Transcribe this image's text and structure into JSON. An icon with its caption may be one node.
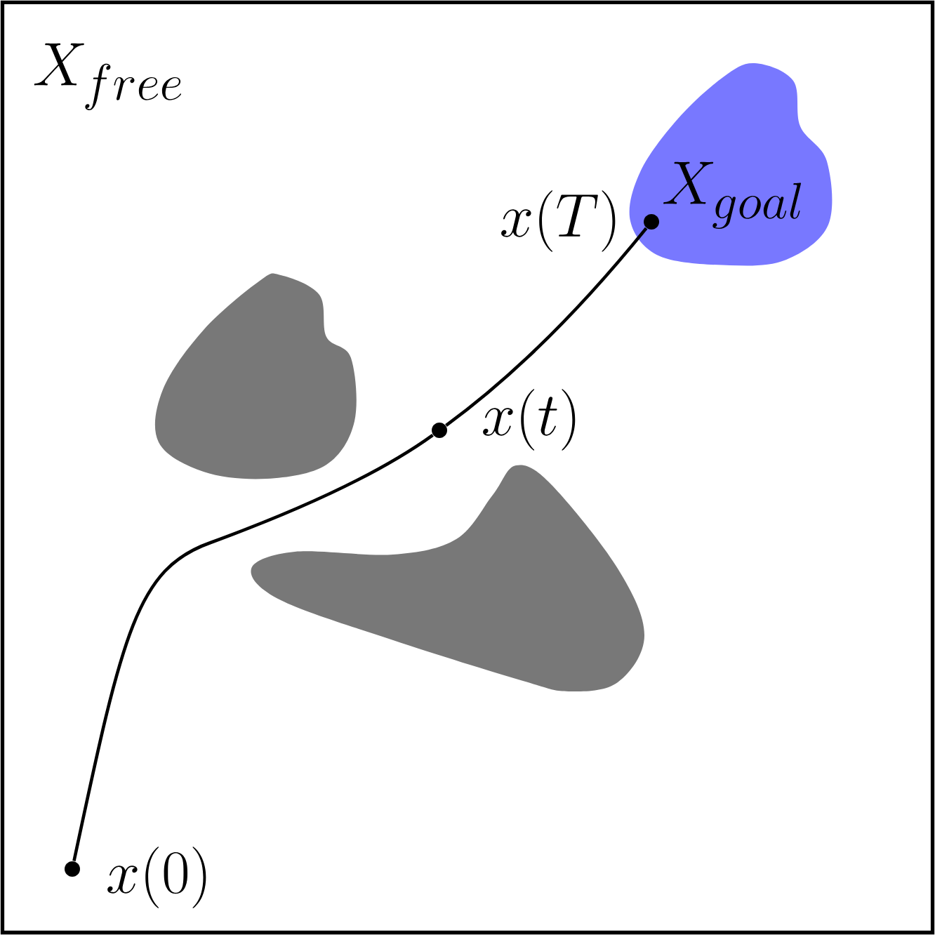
{
  "diagram": {
    "nodes": [
      {
        "text": [
          "X_{free}"
        ]
      },
      {
        "text": [
          "X_{goal}"
        ],
        "in": 0
      },
      {
        "text": [],
        "shape": "circle",
        "beside": [
          "x(0)"
        ],
        "in": 0
      },
      {
        "text": [],
        "shape": "circle",
        "beside": [
          "x(t)"
        ],
        "in": 0
      },
      {
        "text": [],
        "shape": "circle",
        "beside": [
          "x(T)"
        ],
        "in": 1
      }
    ],
    "edges": [
      {
        "from": 2,
        "to": 3,
        "arrow": "none"
      },
      {
        "from": 3,
        "to": 4,
        "arrow": "none"
      }
    ]
  }
}
